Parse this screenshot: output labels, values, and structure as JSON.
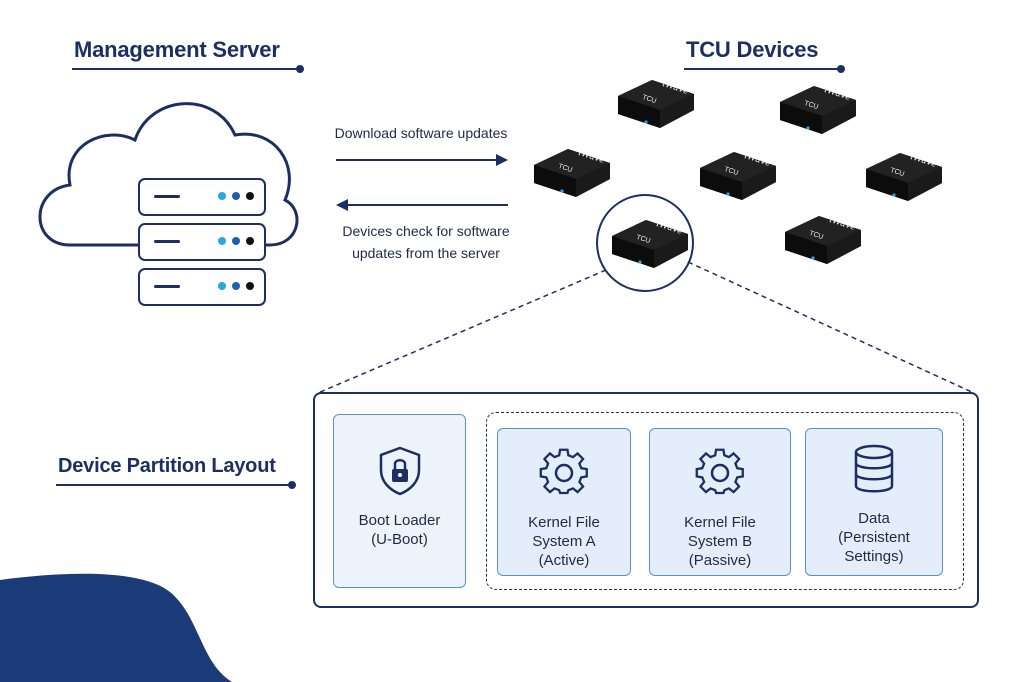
{
  "headings": {
    "management_server": "Management Server",
    "tcu_devices": "TCU Devices",
    "device_partition_layout": "Device Partition Layout"
  },
  "arrows": {
    "download": "Download software updates",
    "check_line1": "Devices check for software",
    "check_line2": "updates from the server"
  },
  "tcu": {
    "brand": "iWave",
    "model": "TCU"
  },
  "partitions": [
    {
      "label": "Boot Loader\n(U-Boot)",
      "icon": "shield-lock-icon"
    },
    {
      "label": "Kernel File\nSystem A\n(Active)",
      "icon": "gear-icon"
    },
    {
      "label": "Kernel File\nSystem B\n(Passive)",
      "icon": "gear-icon"
    },
    {
      "label": "Data\n(Persistent\nSettings)",
      "icon": "database-icon"
    }
  ],
  "colors": {
    "navy": "#1b2f63",
    "accent_blue": "#5a8fd1",
    "card_fill": "#e4eefa",
    "led": "#2aa7e0"
  }
}
